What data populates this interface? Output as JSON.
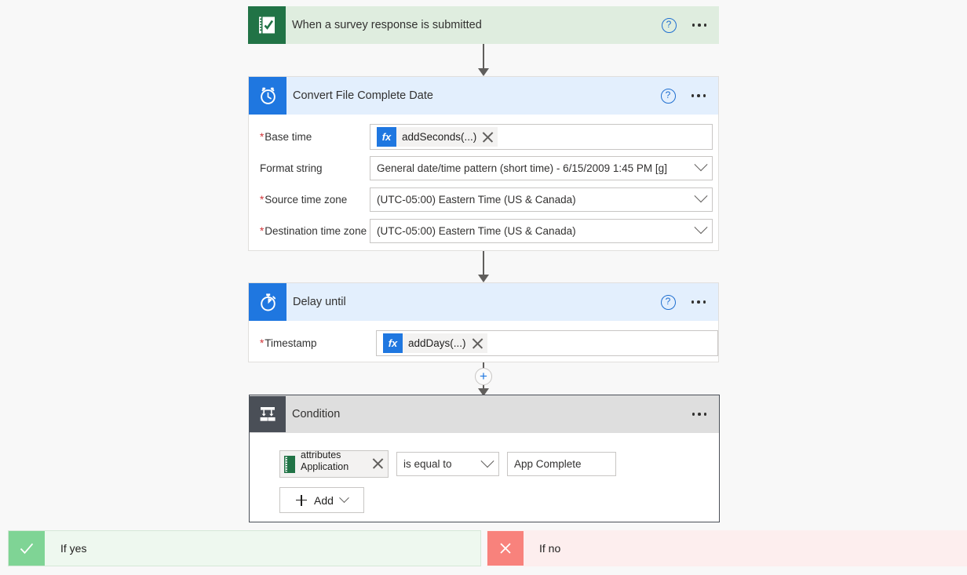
{
  "flow": {
    "trigger": {
      "title": "When a survey response is submitted",
      "icon": "forms-survey-icon",
      "help_label": "?",
      "accent": "#217346",
      "header_bg": "#dfeddf"
    },
    "actions": [
      {
        "id": "convert-file-complete-date",
        "title": "Convert File Complete Date",
        "icon": "alarm-clock-icon",
        "accent": "#1f77e0",
        "header_bg": "#e3effd",
        "fields": [
          {
            "label": "Base time",
            "required": true,
            "type": "expression",
            "value": "addSeconds(...)",
            "badge": "fx"
          },
          {
            "label": "Format string",
            "required": false,
            "type": "select",
            "value": "General date/time pattern (short time) - 6/15/2009 1:45 PM [g]"
          },
          {
            "label": "Source time zone",
            "required": true,
            "type": "select",
            "value": "(UTC-05:00) Eastern Time (US & Canada)"
          },
          {
            "label": "Destination time zone",
            "required": true,
            "type": "select",
            "value": "(UTC-05:00) Eastern Time (US & Canada)"
          }
        ]
      },
      {
        "id": "delay-until",
        "title": "Delay until",
        "icon": "stopwatch-icon",
        "accent": "#1f77e0",
        "header_bg": "#e3effd",
        "fields": [
          {
            "label": "Timestamp",
            "required": true,
            "type": "expression",
            "value": "addDays(...)",
            "badge": "fx"
          }
        ]
      }
    ],
    "insert_button": {
      "label": "+",
      "name": "insert-new-step-button"
    },
    "condition": {
      "title": "Condition",
      "icon": "condition-branch-icon",
      "header_bg": "#dedede",
      "icon_bg": "#4a4f57",
      "row": {
        "token": {
          "line1": "attributes",
          "line2": "Application",
          "icon": "forms-survey-icon"
        },
        "operator": "is equal to",
        "value": "App Complete"
      },
      "add_button": {
        "label": "Add"
      }
    },
    "branches": [
      {
        "id": "branch-yes",
        "label": "If yes",
        "icon": "check-icon",
        "swatch_color": "#7fd495",
        "body_color": "#eef8ef"
      },
      {
        "id": "branch-no",
        "label": "If no",
        "icon": "cross-icon",
        "swatch_color": "#f8827c",
        "body_color": "#fdeeee"
      }
    ]
  }
}
